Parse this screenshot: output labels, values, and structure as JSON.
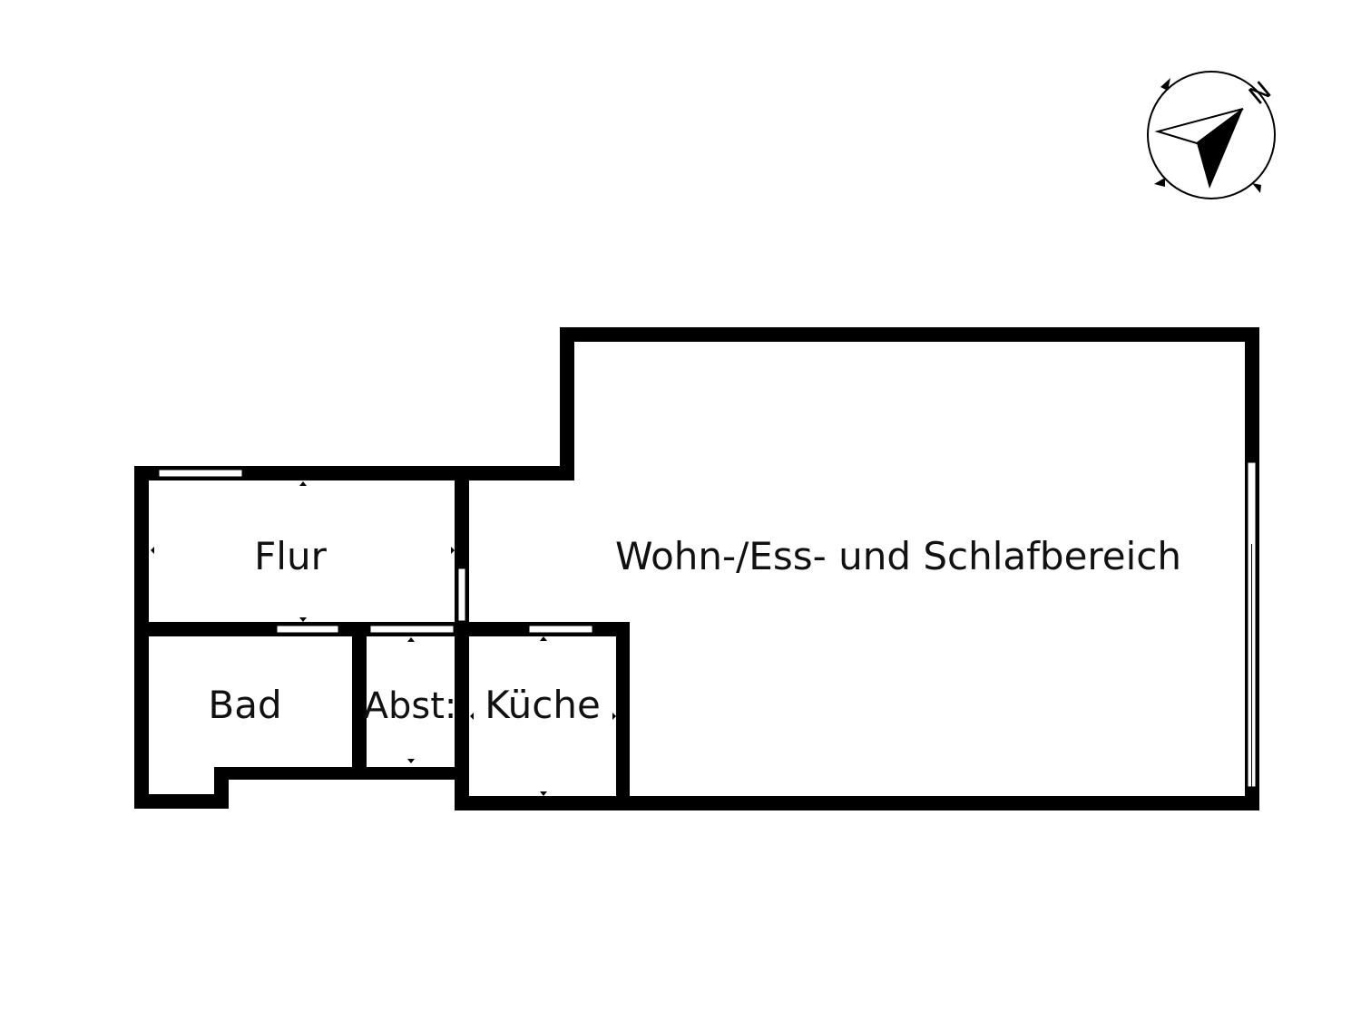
{
  "plan": {
    "rooms": {
      "flur": "Flur",
      "wohnen": "Wohn-/Ess- und Schlafbereich",
      "bad": "Bad",
      "abst": "Abst:",
      "kueche": "Küche"
    },
    "compass": {
      "north_label": "N"
    }
  },
  "colors": {
    "wall": "#000000",
    "background": "#ffffff",
    "window": "#ffffff"
  }
}
